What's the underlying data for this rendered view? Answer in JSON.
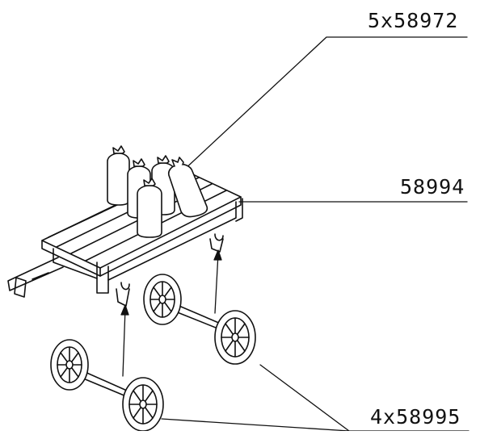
{
  "callouts": [
    {
      "id": "bags",
      "text": "5x58972"
    },
    {
      "id": "wagon",
      "text": "58994"
    },
    {
      "id": "wheelsets",
      "text": "4x58995"
    }
  ],
  "colors": {
    "ink": "#111111",
    "paper": "#ffffff"
  }
}
